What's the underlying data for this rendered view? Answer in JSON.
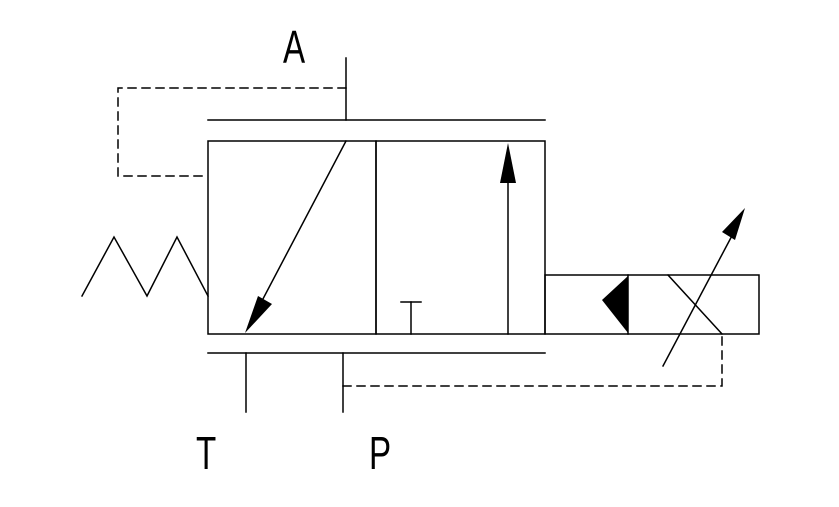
{
  "diagram": {
    "ports": {
      "a": "A",
      "t": "T",
      "p": "P"
    }
  },
  "colors": {
    "line": "#000000",
    "background": "#ffffff"
  }
}
